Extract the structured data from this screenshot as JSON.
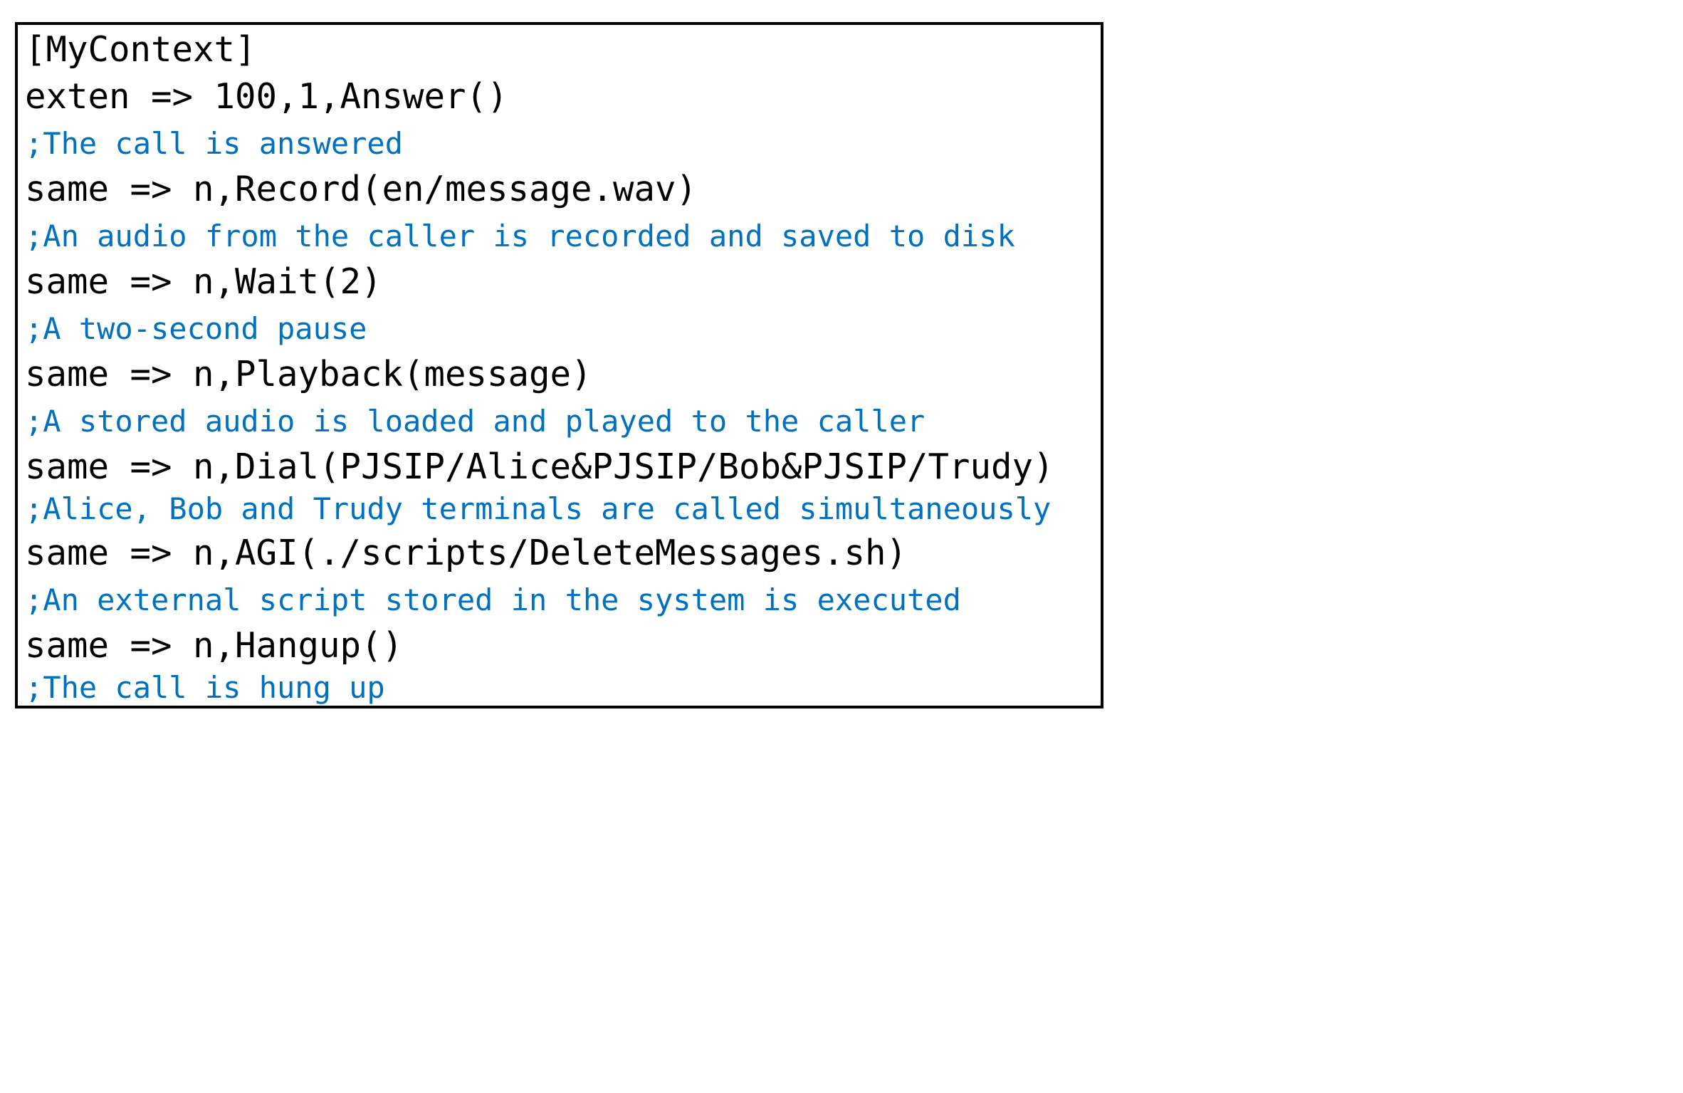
{
  "colors": {
    "code": "#000000",
    "comment": "#0070c0",
    "border": "#000000"
  },
  "lines": [
    {
      "type": "code",
      "text": "[MyContext]"
    },
    {
      "type": "code",
      "text": "exten => 100,1,Answer()"
    },
    {
      "type": "comment",
      "text": ";The call is answered"
    },
    {
      "type": "code",
      "text": "same => n,Record(en/message.wav)"
    },
    {
      "type": "comment",
      "text": ";An audio from the caller is recorded and saved to disk"
    },
    {
      "type": "code",
      "text": "same => n,Wait(2)"
    },
    {
      "type": "comment",
      "text": ";A two-second pause"
    },
    {
      "type": "code",
      "text": "same => n,Playback(message)"
    },
    {
      "type": "comment",
      "text": ";A stored audio is loaded and played to the caller"
    },
    {
      "type": "code",
      "text": "same => n,Dial(PJSIP/Alice&PJSIP/Bob&PJSIP/Trudy)"
    },
    {
      "type": "comment",
      "text": ";Alice, Bob and Trudy terminals are called simultaneously"
    },
    {
      "type": "code",
      "text": "same => n,AGI(./scripts/DeleteMessages.sh)"
    },
    {
      "type": "comment",
      "text": ";An external script stored in the system is executed"
    },
    {
      "type": "code",
      "text": "same => n,Hangup()"
    },
    {
      "type": "comment",
      "text": ";The call is hung up"
    }
  ]
}
